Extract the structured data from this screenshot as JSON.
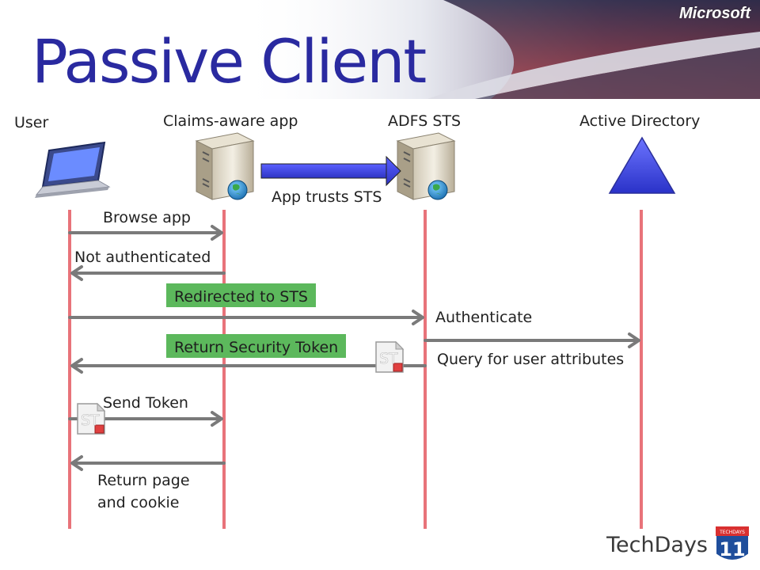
{
  "slide": {
    "title": "Passive Client",
    "brand": "Microsoft",
    "event": "TechDays",
    "event_badge_top": "TECHDAYS",
    "event_badge_number": "11"
  },
  "actors": {
    "user": "User",
    "app": "Claims-aware app",
    "sts": "ADFS STS",
    "ad": "Active Directory"
  },
  "trust_label": "App trusts STS",
  "messages": {
    "browse": "Browse app",
    "not_auth": "Not authenticated",
    "redirected": "Redirected to STS",
    "authenticate": "Authenticate",
    "return_token": "Return Security Token",
    "query_attrs": "Query for user attributes",
    "send_token": "Send Token",
    "return_page_line1": "Return page",
    "return_page_line2": "and cookie"
  },
  "token_label": "ST",
  "colors": {
    "title": "#2a2aa0",
    "lifeline": "#e8737a",
    "arrow": "#7a7a7a",
    "green": "#5cb85c",
    "trust_arrow": "#3a3fd6",
    "ad_triangle": "#3d45e0"
  }
}
